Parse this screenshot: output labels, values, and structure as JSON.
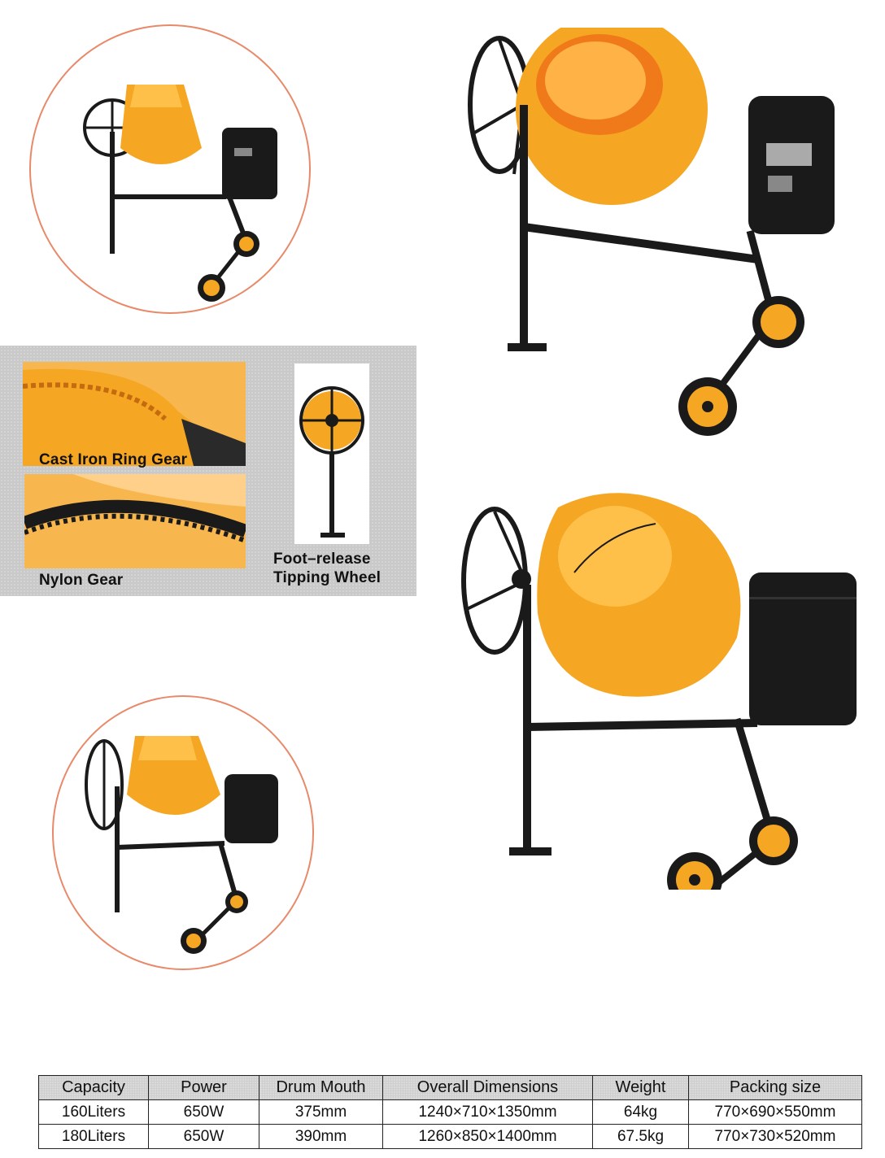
{
  "features": {
    "ring_gear": "Cast Iron Ring Gear",
    "nylon_gear": "Nylon Gear",
    "tipping_line1": "Foot–release",
    "tipping_line2": "Tipping Wheel"
  },
  "colors": {
    "drum": "#f5a623",
    "drum_light": "#ffc04a",
    "frame": "#1a1a1a",
    "circle_border": "#e8896a",
    "panel": "#c9c9c9"
  },
  "icons": {
    "mixer": "concrete-mixer-illustration"
  },
  "table": {
    "headers": [
      "Capacity",
      "Power",
      "Drum Mouth",
      "Overall Dimensions",
      "Weight",
      "Packing size"
    ],
    "rows": [
      [
        "160Liters",
        "650W",
        "375mm",
        "1240×710×1350mm",
        "64kg",
        "770×690×550mm"
      ],
      [
        "180Liters",
        "650W",
        "390mm",
        "1260×850×1400mm",
        "67.5kg",
        "770×730×520mm"
      ]
    ]
  }
}
